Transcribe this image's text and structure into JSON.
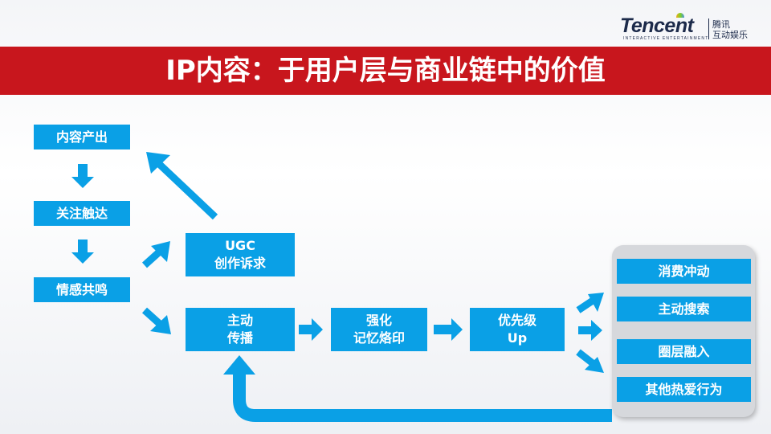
{
  "brand": {
    "logo_text": "Tencent",
    "logo_subtext": "INTERACTIVE ENTERTAINMENT",
    "logo_cn_line1": "腾讯",
    "logo_cn_line2": "互动娱乐"
  },
  "title": "IP内容：于用户层与商业链中的价值",
  "colors": {
    "title_bar": "#c8161d",
    "box": "#0aa0e6",
    "panel": "#d6d8dc"
  },
  "left_flow": [
    "内容产出",
    "关注触达",
    "情感共鸣"
  ],
  "ugc_box": {
    "line1": "UGC",
    "line2": "创作诉求"
  },
  "main_flow": [
    {
      "line1": "主动",
      "line2": "传播"
    },
    {
      "line1": "强化",
      "line2": "记忆烙印"
    },
    {
      "line1": "优先级",
      "line2": "Up"
    }
  ],
  "behaviors": [
    "消费冲动",
    "主动搜索",
    "圈层融入",
    "其他热爱行为"
  ]
}
